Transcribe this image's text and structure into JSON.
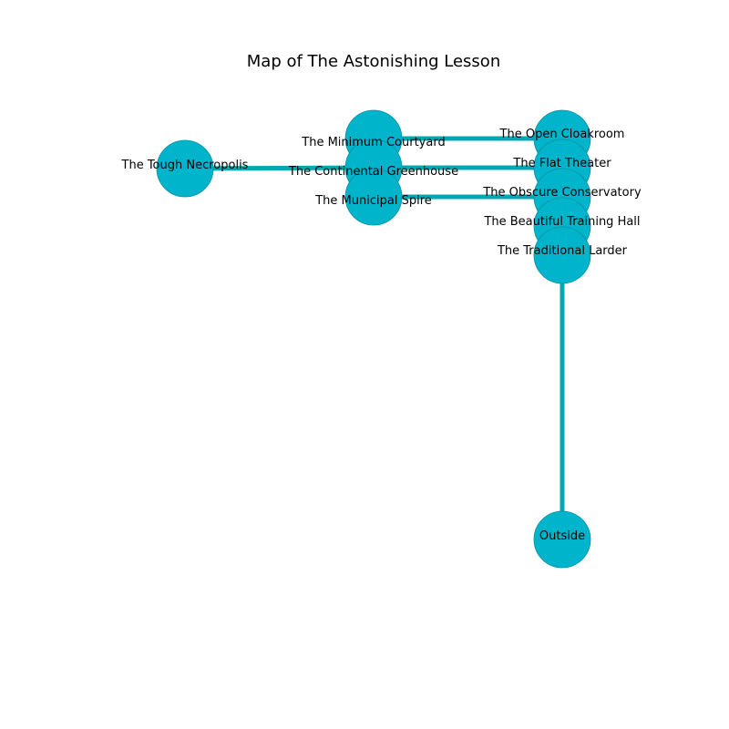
{
  "title": "Map of The Astonishing Lesson",
  "colors": {
    "node_fill": "#00b4cc",
    "node_stroke": "#0a8fa0",
    "edge": "#00a9b4",
    "background": "#ffffff",
    "text": "#000000"
  },
  "rooms": [
    {
      "id": "tough-necropolis",
      "label": "The Tough Necropolis"
    },
    {
      "id": "minimum-courtyard",
      "label": "The Minimum Courtyard"
    },
    {
      "id": "continental-greenhouse",
      "label": "The Continental Greenhouse"
    },
    {
      "id": "municipal-spire",
      "label": "The Municipal Spire"
    },
    {
      "id": "open-cloakroom",
      "label": "The Open Cloakroom"
    },
    {
      "id": "flat-theater",
      "label": "The Flat Theater"
    },
    {
      "id": "obscure-conservatory",
      "label": "The Obscure Conservatory"
    },
    {
      "id": "beautiful-training-hall",
      "label": "The Beautiful Training Hall"
    },
    {
      "id": "traditional-larder",
      "label": "The Traditional Larder"
    },
    {
      "id": "outside",
      "label": "Outside"
    }
  ],
  "connections": [
    {
      "from": "minimum-courtyard",
      "to": "open-cloakroom"
    },
    {
      "from": "tough-necropolis",
      "to": "continental-greenhouse"
    },
    {
      "from": "continental-greenhouse",
      "to": "flat-theater"
    },
    {
      "from": "municipal-spire",
      "to": "obscure-conservatory"
    },
    {
      "from": "traditional-larder",
      "to": "outside"
    }
  ]
}
